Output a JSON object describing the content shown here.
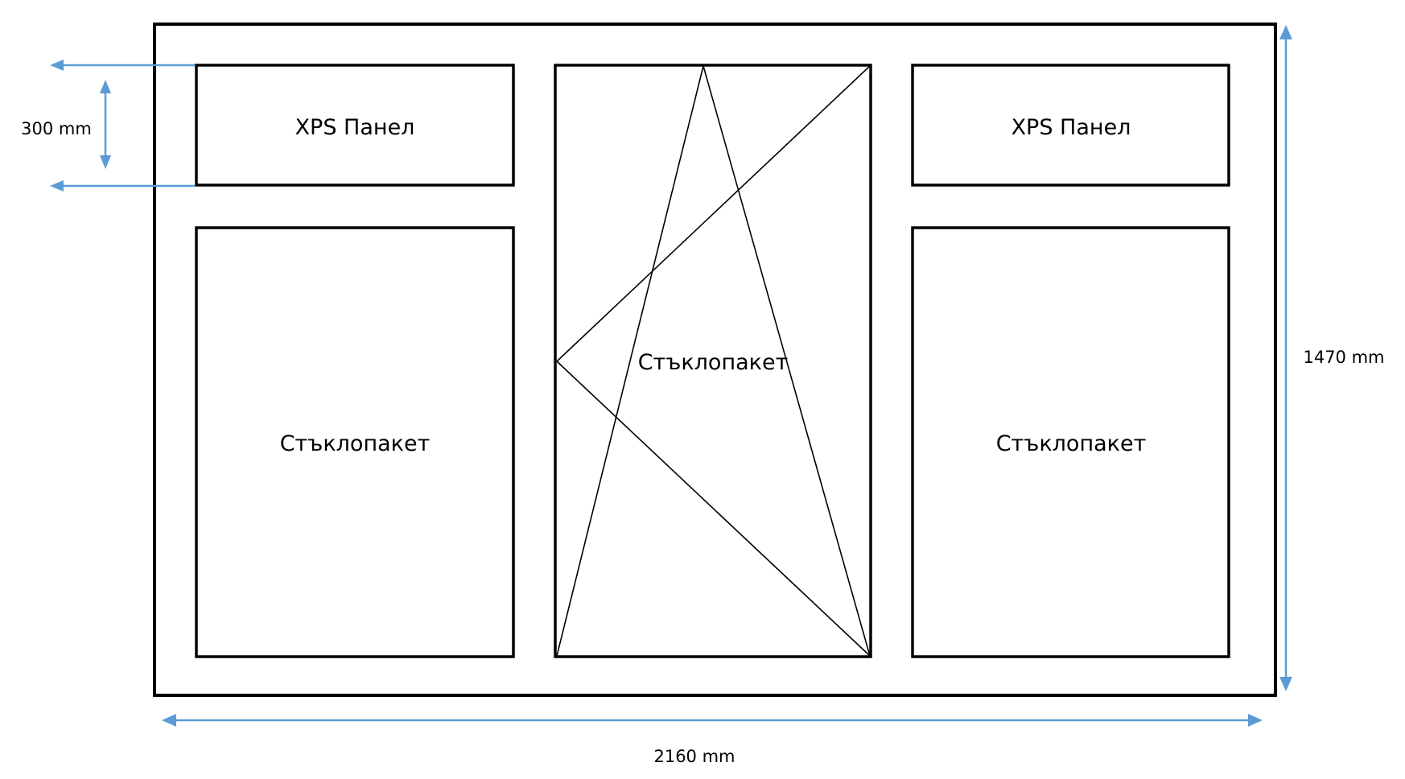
{
  "diagram": {
    "title": "",
    "panels": {
      "left_top": "XPS Панел",
      "right_top": "XPS Панел",
      "left_bottom": "Стъклопакет",
      "center": "Стъклопакет",
      "right_bottom": "Стъклопакет"
    },
    "dimensions": {
      "panel_height": "300 mm",
      "total_height": "1470 mm",
      "total_width": "2160 mm"
    },
    "center_sash_opening": "tilt-and-turn",
    "colors": {
      "frame": "#000000",
      "dimension_line": "#5b9bd5"
    }
  }
}
